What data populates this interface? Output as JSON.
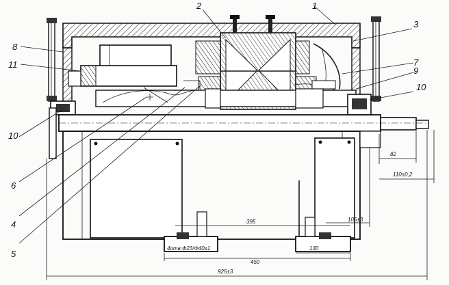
{
  "callouts": {
    "c1": "1",
    "c2": "2",
    "c3": "3",
    "c4": "4",
    "c5": "5",
    "c6": "6",
    "c7": "7",
    "c8": "8",
    "c9": "9",
    "c10_left": "10",
    "c10_right": "10",
    "c11": "11"
  },
  "dimensions": {
    "d82": "82",
    "d110": "110±0,2",
    "d395": "395",
    "d105": "105±3",
    "d450": "450",
    "d130": "130",
    "holes": "4отв.Ф23/Ф40x1",
    "d925": "925±3"
  }
}
